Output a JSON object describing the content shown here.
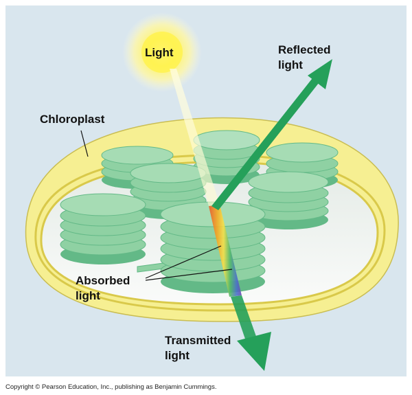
{
  "labels": {
    "light": "Light",
    "reflected_line1": "Reflected",
    "reflected_line2": "light",
    "chloroplast": "Chloroplast",
    "absorbed_line1": "Absorbed",
    "absorbed_line2": "light",
    "transmitted_line1": "Transmitted",
    "transmitted_line2": "light"
  },
  "copyright": "Copyright © Pearson Education, Inc., publishing as Benjamin Cummings.",
  "colors": {
    "background": "#d9e6ee",
    "envelope": "#f6ef92",
    "stroma": "#f2f4f2",
    "thylakoid": "#8fd1a3",
    "thylakoid_dark": "#63b987",
    "arrow": "#25a05a",
    "sun": "#fff24d"
  }
}
